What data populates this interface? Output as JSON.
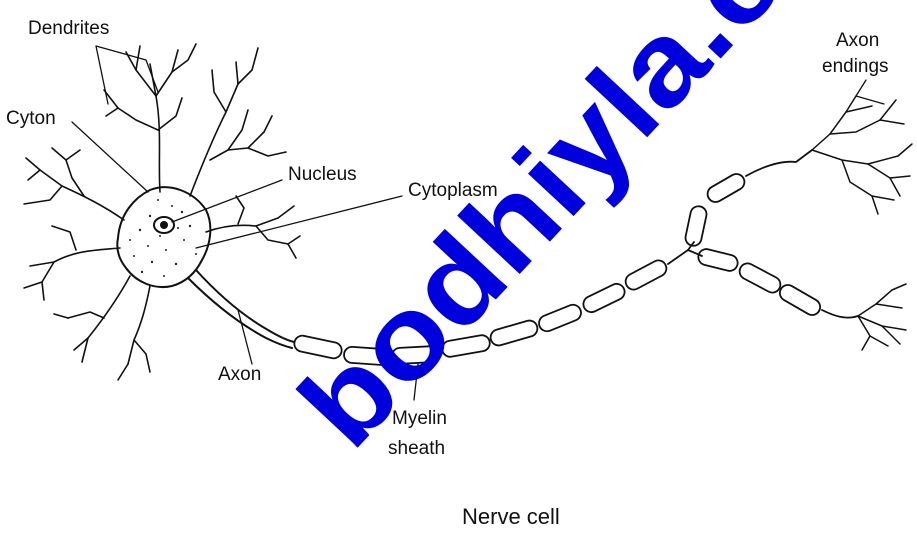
{
  "labels": {
    "dendrites": "Dendrites",
    "cyton": "Cyton",
    "nucleus": "Nucleus",
    "cytoplasm": "Cytoplasm",
    "axon": "Axon",
    "myelin_line1": "Myelin",
    "myelin_line2": "sheath",
    "axon_endings_line1": "Axon",
    "axon_endings_line2": "endings"
  },
  "caption": "Nerve cell",
  "watermark": "bodhiyla.c",
  "colors": {
    "ink": "#111111",
    "watermark": "#0000dd",
    "background": "#ffffff"
  }
}
